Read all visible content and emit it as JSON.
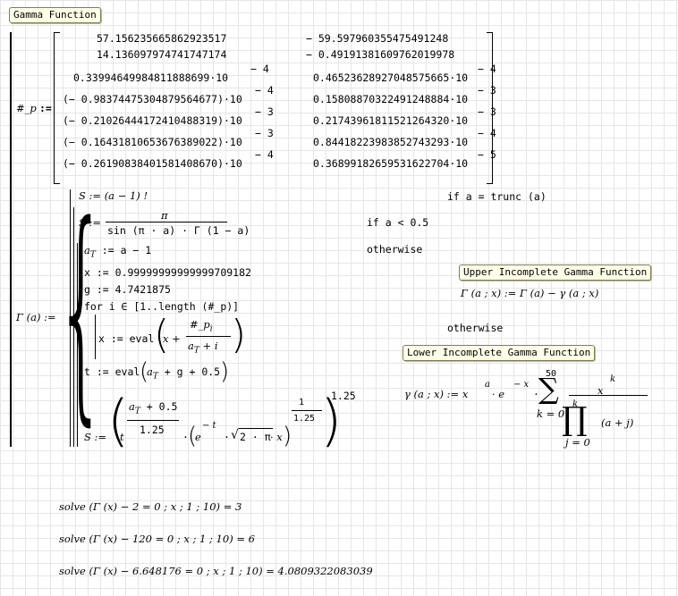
{
  "labels": {
    "gamma_function": "Gamma Function",
    "upper_incomplete": "Upper Incomplete Gamma Function",
    "lower_incomplete": "Lower Incomplete Gamma Function"
  },
  "p_def": {
    "name": "#_p",
    "assign": ":=",
    "rows": [
      {
        "left": "57.156235665862923517",
        "left_exp": "",
        "right": "− 59.597960355475491248",
        "right_exp": ""
      },
      {
        "left": "14.136097974741747174",
        "left_exp": "",
        "right": "− 0.49191381609762019978",
        "right_exp": ""
      },
      {
        "left": "0.33994649984811888699·10",
        "left_exp": "− 4",
        "right": "0.46523628927048575665·10",
        "right_exp": "− 4"
      },
      {
        "left": "(− 0.98374475304879564677)·10",
        "left_exp": "− 4",
        "right": "0.15808870322491248884·10",
        "right_exp": "− 3"
      },
      {
        "left": "(− 0.21026444172410488319)·10",
        "left_exp": "− 3",
        "right": "0.21743961811521264320·10",
        "right_exp": "− 3"
      },
      {
        "left": "(− 0.16431810653676389022)·10",
        "left_exp": "− 3",
        "right": "0.84418223983852743293·10",
        "right_exp": "− 4"
      },
      {
        "left": "(− 0.26190838401581408670)·10",
        "left_exp": "− 4",
        "right": "0.36899182659531622704·10",
        "right_exp": "− 5"
      }
    ]
  },
  "gamma_def": {
    "lhs": "Γ (a) :=",
    "case1": "S := (a − 1) !",
    "case1_cond": "if  a = trunc (a)",
    "case2_lhs": "S :=",
    "case2_num": "π",
    "case2_den": "sin (π · a) · Γ (1 − a)",
    "case2_cond": "if  a < 0.5",
    "otherwise1": "otherwise",
    "line_aT": "a",
    "line_aT_sub": "T",
    "line_aT_rest": " := a − 1",
    "line_x": "x := 0.99999999999999709182",
    "line_g": "g := 4.7421875",
    "line_for": "for i ∈  [1..length (#_p)]",
    "line_xeval": "x := eval",
    "line_xeval_num": "#_p",
    "line_xeval_num_sub": "i",
    "line_xeval_den": "a",
    "line_xeval_den_rest": " + i",
    "line_teval": "t := eval",
    "line_teval_inner": " + g + 0.5",
    "line_S": "S :=",
    "line_S_t": "t",
    "line_S_frac_num": " + 0.5",
    "line_S_frac_den": "1.25",
    "line_S_e": "e",
    "line_S_e_exp": "− t",
    "line_S_sqrt": "2 · π",
    "line_S_x": " · x",
    "line_S_outer_num": "1",
    "line_S_outer_den": "1.25",
    "line_S_power": "1.25"
  },
  "upper": {
    "formula": "Γ (a ; x) := Γ (a) − γ (a ; x)",
    "otherwise": "otherwise"
  },
  "lower": {
    "lhs": "γ (a ; x) := x",
    "a_exp": "a",
    "e_part": " · e",
    "e_exp": "− x",
    "dot": " ·",
    "sum_top": "50",
    "sum_bottom": "k = 0",
    "frac_num": "x",
    "frac_num_exp": "k",
    "prod_top": "k",
    "prod_bottom": "j = 0",
    "prod_body": "(a + j)"
  },
  "solves": [
    {
      "expr": "solve (Γ (x) − 2 = 0 ; x ; 1 ; 10) = 3"
    },
    {
      "expr": "solve (Γ (x) − 120 = 0 ; x ; 1 ; 10) = 6"
    },
    {
      "expr": "solve (Γ (x) − 6.648176 = 0 ; x ; 1 ; 10) = 4.0809322083039"
    }
  ]
}
